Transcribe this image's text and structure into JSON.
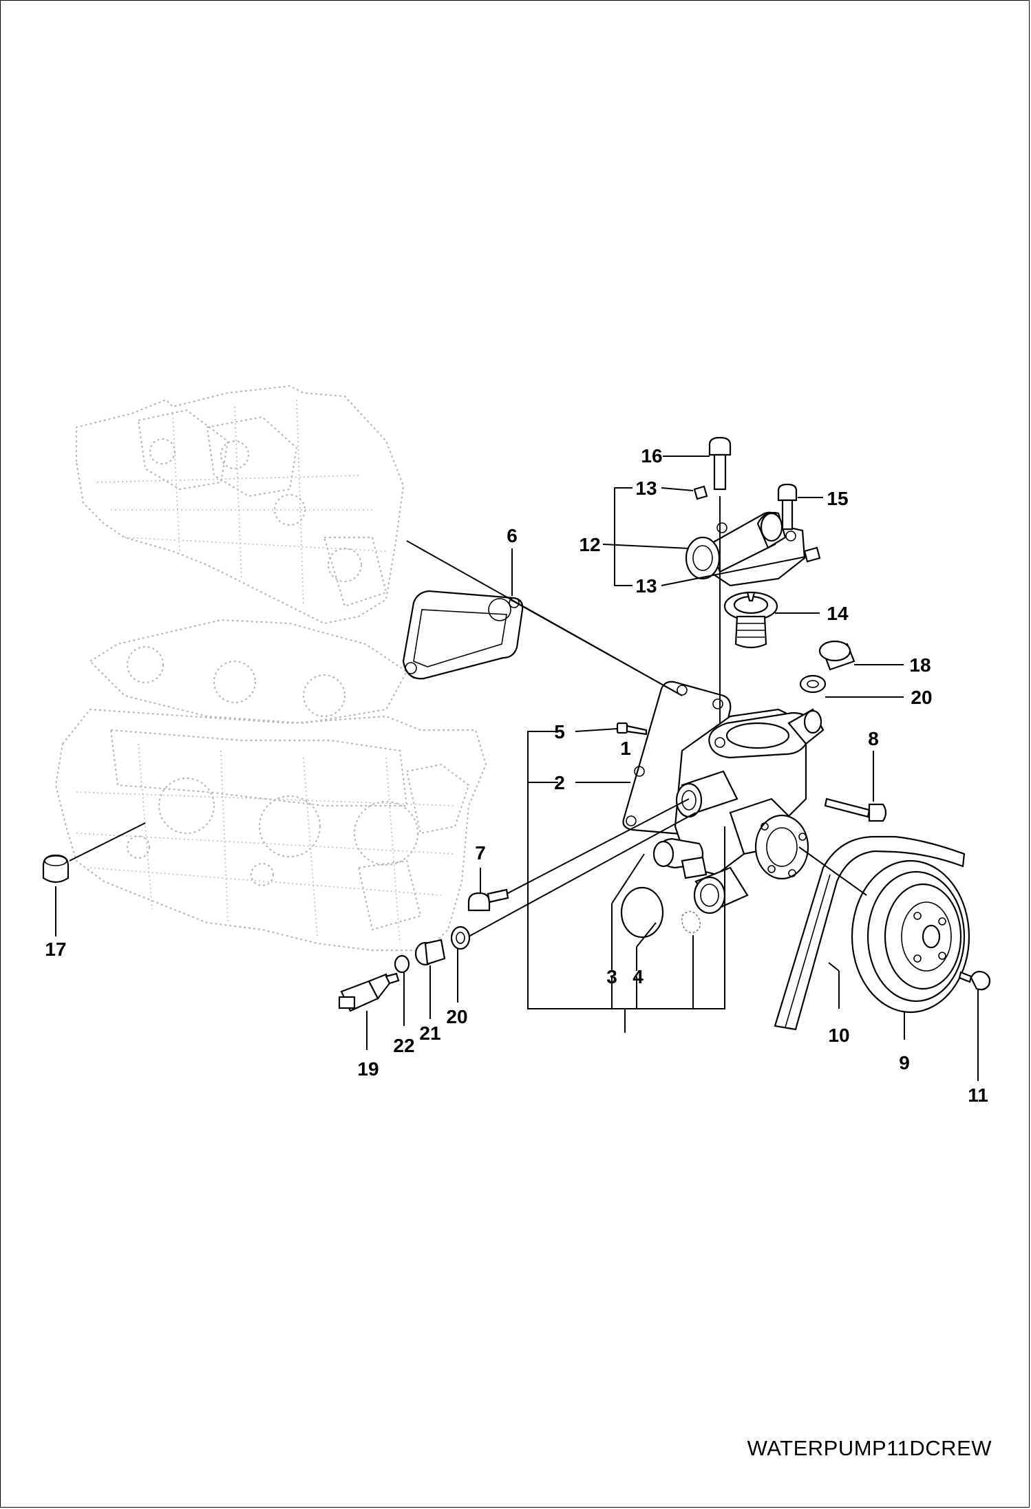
{
  "diagram": {
    "caption": "WATERPUMP11DCREW",
    "callouts": {
      "c1": "1",
      "c2": "2",
      "c3": "3",
      "c4": "4",
      "c5": "5",
      "c6": "6",
      "c7": "7",
      "c8": "8",
      "c9": "9",
      "c10": "10",
      "c11": "11",
      "c12": "12",
      "c13a": "13",
      "c13b": "13",
      "c14": "14",
      "c15": "15",
      "c16": "16",
      "c17": "17",
      "c18": "18",
      "c19": "19",
      "c20a": "20",
      "c20b": "20",
      "c21": "21",
      "c22": "22"
    }
  }
}
